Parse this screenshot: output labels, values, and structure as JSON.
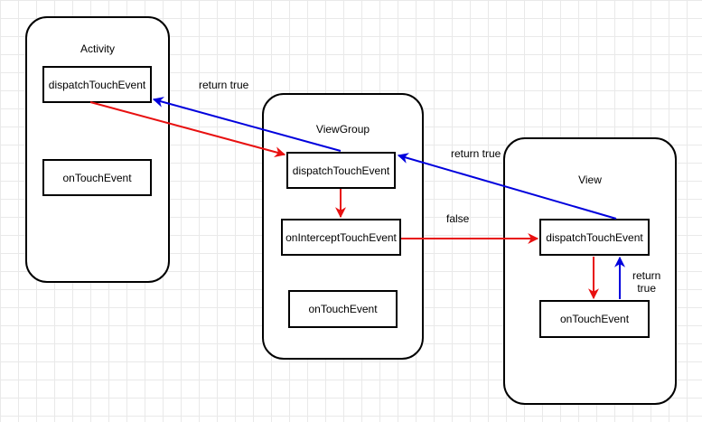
{
  "containers": {
    "activity": {
      "title": "Activity",
      "methods": [
        "dispatchTouchEvent",
        "onTouchEvent"
      ]
    },
    "viewgroup": {
      "title": "ViewGroup",
      "methods": [
        "dispatchTouchEvent",
        "onInterceptTouchEvent",
        "onTouchEvent"
      ]
    },
    "view": {
      "title": "View",
      "methods": [
        "dispatchTouchEvent",
        "onTouchEvent"
      ]
    }
  },
  "edge_labels": {
    "return_true_top": "return true",
    "return_true_mid": "return true",
    "false": "false",
    "return_true_view_line1": "return",
    "return_true_view_line2": "true"
  },
  "colors": {
    "dispatch": "#e81010",
    "return": "#0000dd",
    "border": "#000000"
  }
}
